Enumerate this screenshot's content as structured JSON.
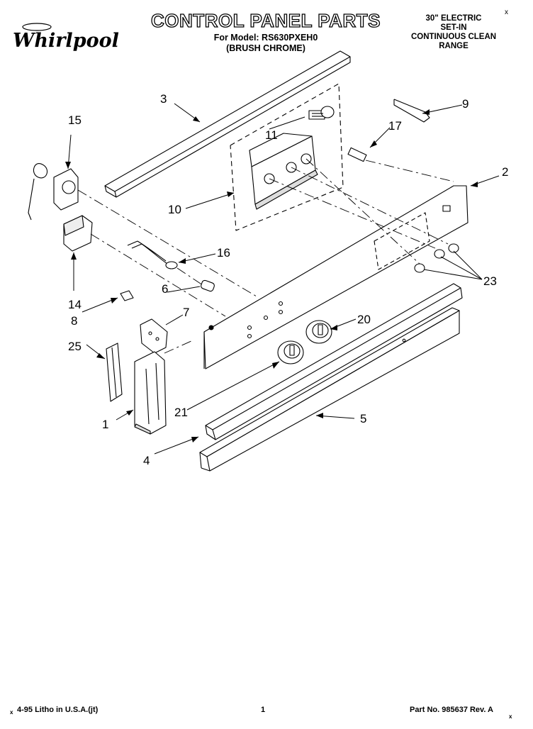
{
  "brand": {
    "name": "Whirlpool"
  },
  "header": {
    "title": "CONTROL PANEL PARTS",
    "model_line": "For Model: RS630PXEH0",
    "finish_line": "(BRUSH CHROME)",
    "range_type": [
      "30\" ELECTRIC",
      "SET-IN",
      "CONTINUOUS CLEAN",
      "RANGE"
    ],
    "corner_mark": "x"
  },
  "callouts": [
    "1",
    "2",
    "3",
    "4",
    "5",
    "6",
    "7",
    "8",
    "9",
    "10",
    "11",
    "14",
    "15",
    "16",
    "17",
    "20",
    "21",
    "23",
    "25"
  ],
  "footer": {
    "litho": "4-95 Litho in U.S.A.(jt)",
    "page": "1",
    "part_no": "Part No. 985637 Rev. A",
    "left_mark": "x",
    "right_mark": "x"
  }
}
